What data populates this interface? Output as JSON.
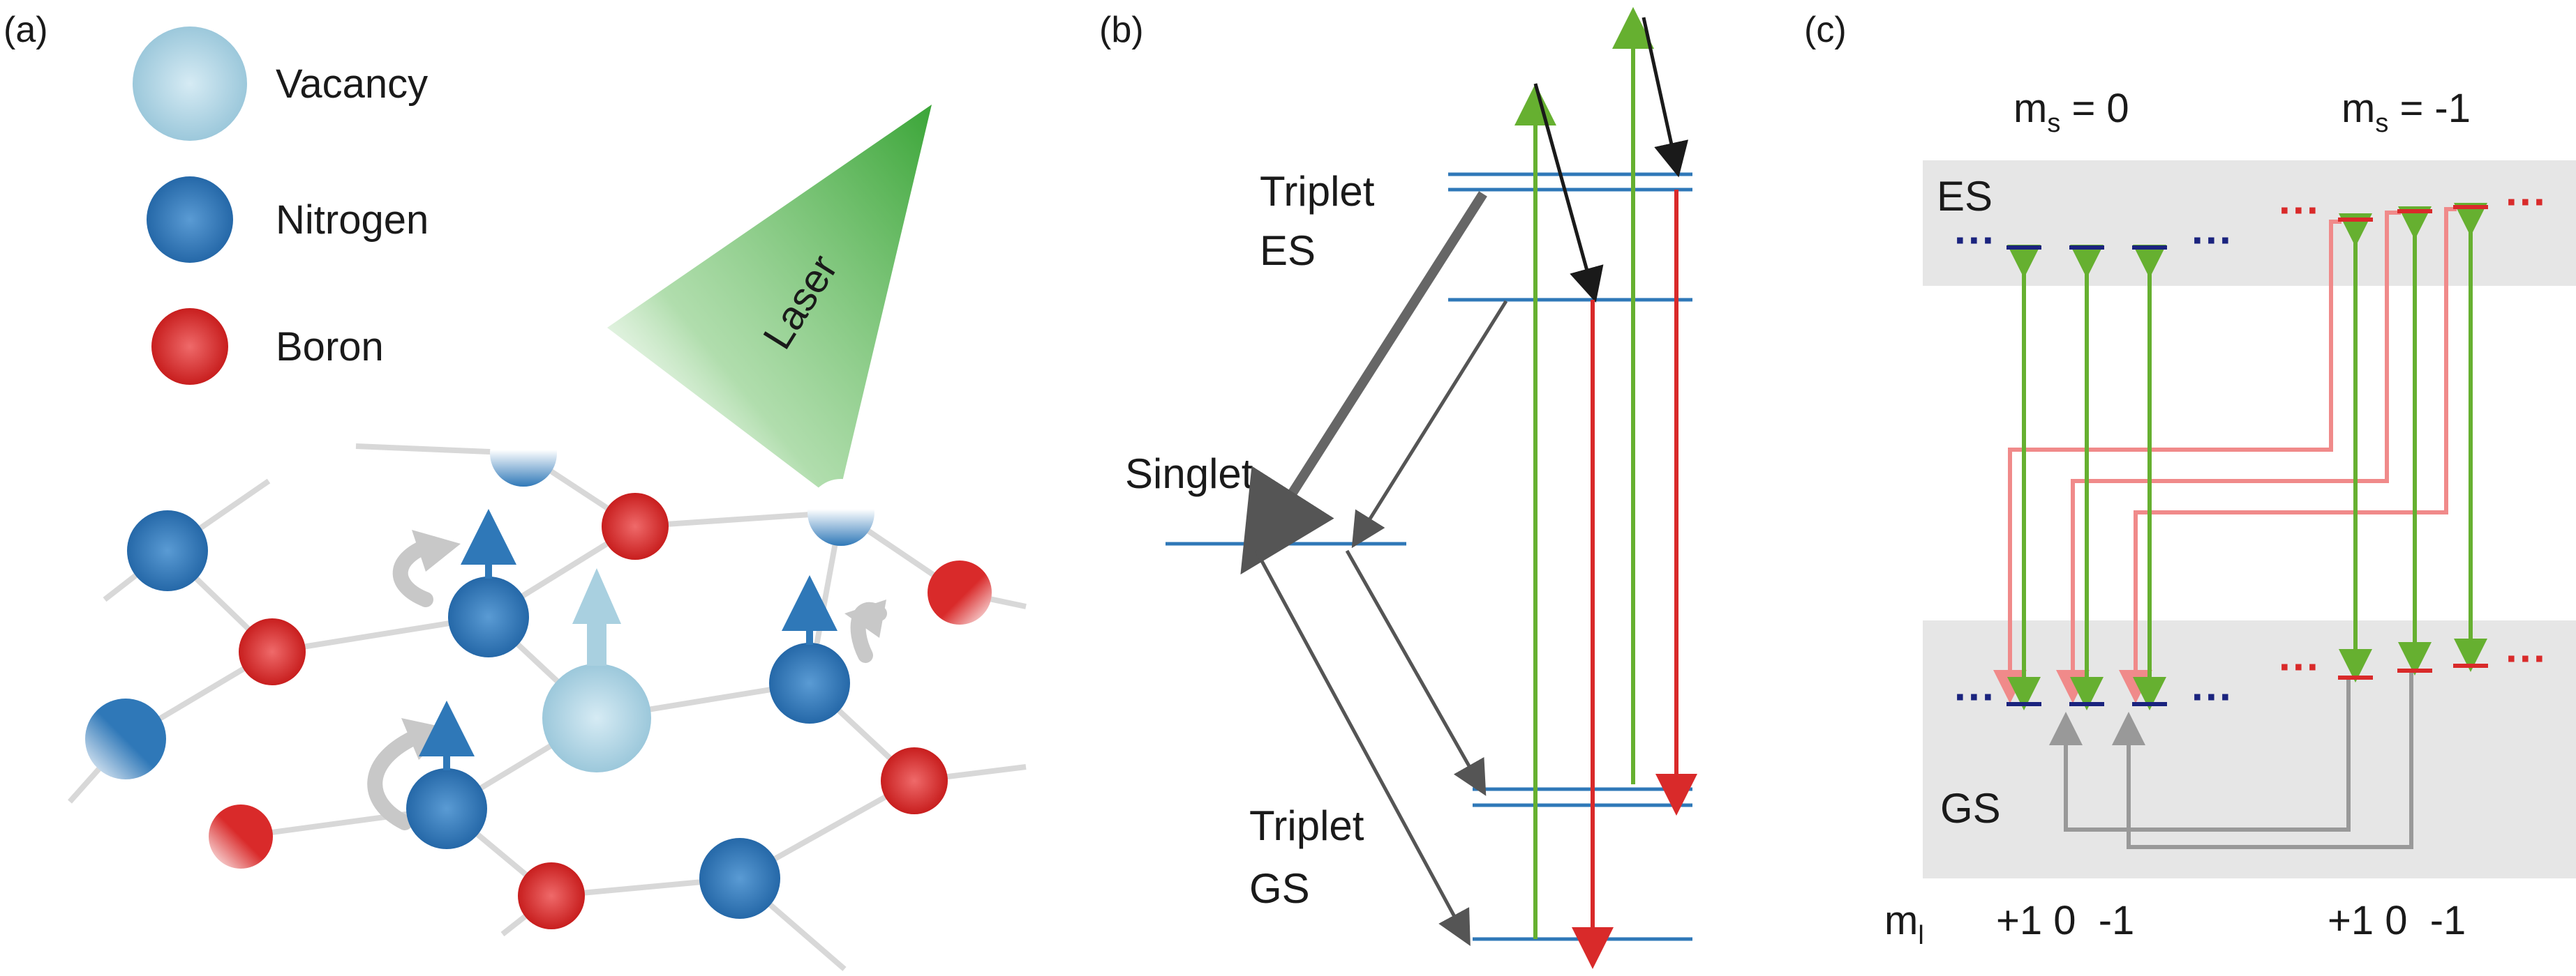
{
  "panels": {
    "a": {
      "label": "(a)",
      "legend": [
        {
          "name": "Vacancy",
          "color": "#a9d0e0"
        },
        {
          "name": "Nitrogen",
          "color": "#2f78b8"
        },
        {
          "name": "Boron",
          "color": "#d92a2a"
        }
      ],
      "laser_label": "Laser",
      "laser_color": "#3aa537"
    },
    "b": {
      "label": "(b)",
      "triplet_es": [
        "Triplet",
        "ES"
      ],
      "singlet": "Singlet",
      "triplet_gs": [
        "Triplet",
        "GS"
      ],
      "colors": {
        "level": "#2f78b8",
        "excitation": "#66b030",
        "emission": "#d92a2a",
        "relaxation": "#555555",
        "phonon": "#1a1a1a"
      }
    },
    "c": {
      "label": "(c)",
      "ms0_main": "m",
      "ms0_sub": "s",
      "ms0_value": " = 0",
      "ms1_main": "m",
      "ms1_sub": "s",
      "ms1_value": " = -1",
      "es_label": "ES",
      "gs_label": "GS",
      "ml_main": "m",
      "ml_sub": "l",
      "ml_values_left": "+1 0  -1",
      "ml_values_right": "+1 0  -1",
      "dots": "···",
      "colors": {
        "ms0_level": "#1a237e",
        "ms1_level": "#d92a2a",
        "green": "#66b030",
        "pink": "#f08a8a",
        "gray": "#999999",
        "band": "#e6e6e6"
      }
    }
  }
}
